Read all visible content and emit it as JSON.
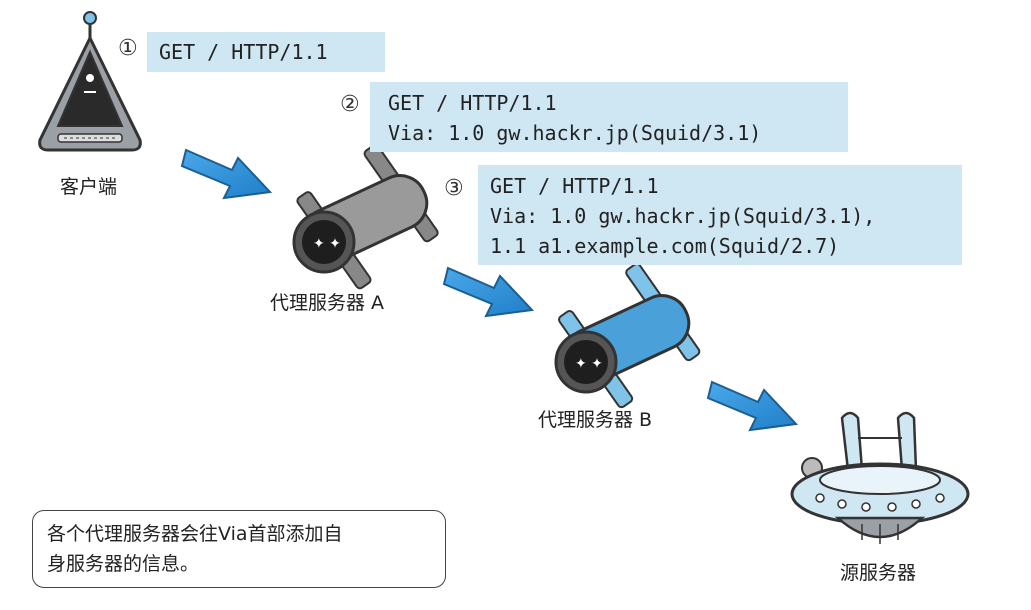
{
  "steps": [
    {
      "num": "①",
      "lines": [
        "GET / HTTP/1.1"
      ]
    },
    {
      "num": "②",
      "lines": [
        "GET / HTTP/1.1",
        "Via: 1.0 gw.hackr.jp(Squid/3.1)"
      ]
    },
    {
      "num": "③",
      "lines": [
        "GET / HTTP/1.1",
        "Via: 1.0 gw.hackr.jp(Squid/3.1),",
        "1.1 a1.example.com(Squid/2.7)"
      ]
    }
  ],
  "nodes": {
    "client": "客户端",
    "proxy_a": "代理服务器 A",
    "proxy_b": "代理服务器 B",
    "origin": "源服务器"
  },
  "note": {
    "line1": "各个代理服务器会往Via首部添加自",
    "line2": "身服务器的信息。"
  },
  "colors": {
    "box": "#cfe6f3",
    "arrow": "#2a8fd6",
    "proxy_b_accent": "#7fc3e8"
  }
}
